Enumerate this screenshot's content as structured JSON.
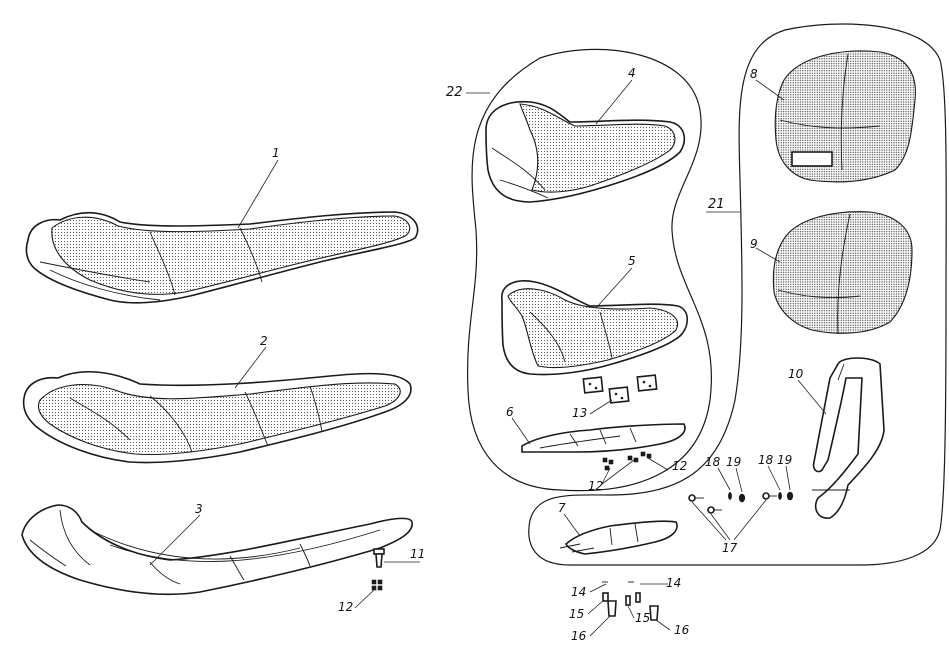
{
  "diagram": {
    "type": "exploded-parts-view",
    "callouts": {
      "p1": "1",
      "p2": "2",
      "p3": "3",
      "p4": "4",
      "p5": "5",
      "p6": "6",
      "p7": "7",
      "p8": "8",
      "p9": "9",
      "p10": "10",
      "p11": "11",
      "p12a": "12",
      "p12b": "12",
      "p12c": "12",
      "p13": "13",
      "p14a": "14",
      "p14b": "14",
      "p15a": "15",
      "p15b": "15",
      "p16a": "16",
      "p16b": "16",
      "p17": "17",
      "p18a": "18",
      "p18b": "18",
      "p19a": "19",
      "p19b": "19",
      "p21": "21",
      "p22": "22"
    }
  }
}
